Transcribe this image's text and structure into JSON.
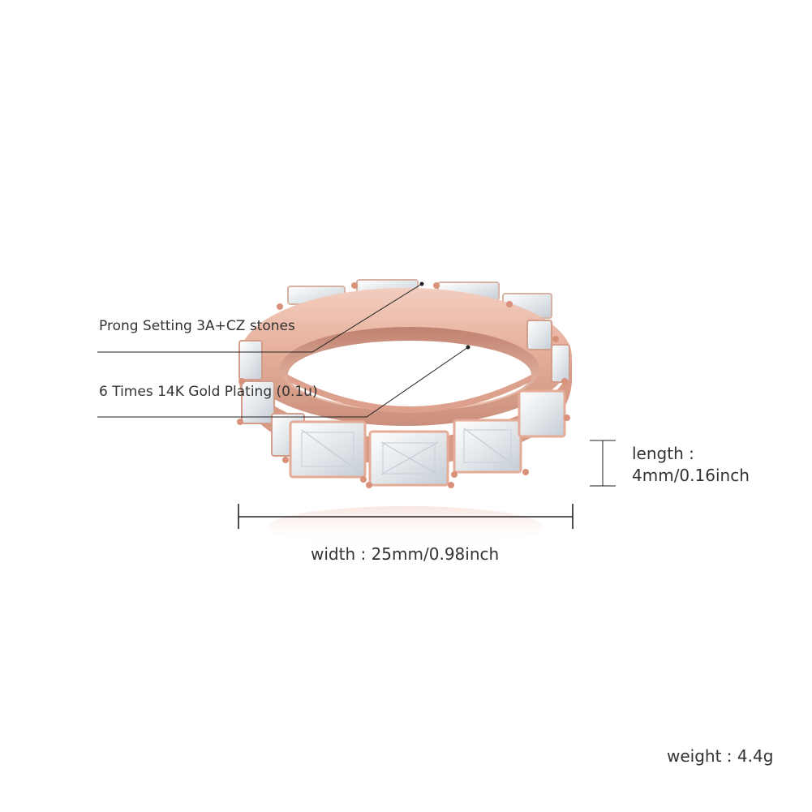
{
  "annotations": {
    "prong": "Prong Setting 3A+CZ stones",
    "plating": "6 Times 14K Gold Plating (0.1u)",
    "length_title": "length :",
    "length_value": "4mm/0.16inch",
    "width": "width : 25mm/0.98inch",
    "weight": "weight : 4.4g"
  },
  "colors": {
    "metal_main": "#e9b4a2",
    "metal_shadow": "#c88f7d",
    "metal_highlight": "#f6d7cc",
    "stone": "#eef1f4",
    "stone_facet": "#c9d0d8",
    "line": "#222222"
  },
  "icons": [
    "rose-gold-eternity-ring-image"
  ]
}
